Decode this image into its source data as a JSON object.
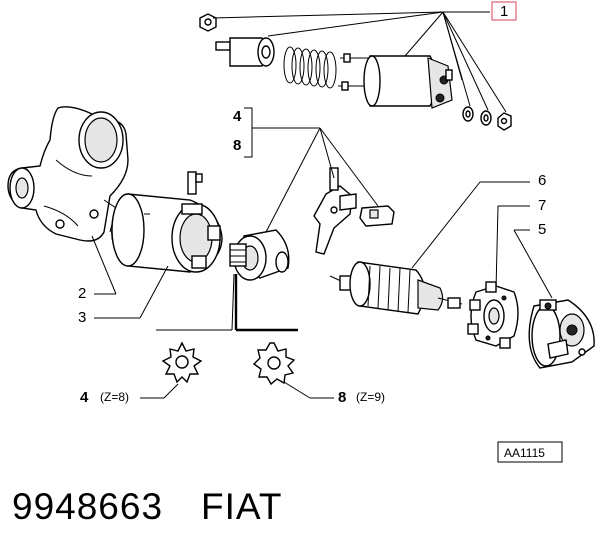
{
  "callouts": {
    "c1": "1",
    "c2": "2",
    "c3": "3",
    "c4": "4",
    "c5": "5",
    "c6": "6",
    "c7": "7",
    "c8": "8",
    "c4_gear": "4",
    "c8_gear": "8"
  },
  "gear_notes": {
    "z8": "(Z=8)",
    "z9": "(Z=9)"
  },
  "reference_code": "AA1115",
  "footer": {
    "part_number": "9948663",
    "brand": "FIAT"
  },
  "colors": {
    "callout_1_box": "#e06070",
    "line": "#000000"
  }
}
